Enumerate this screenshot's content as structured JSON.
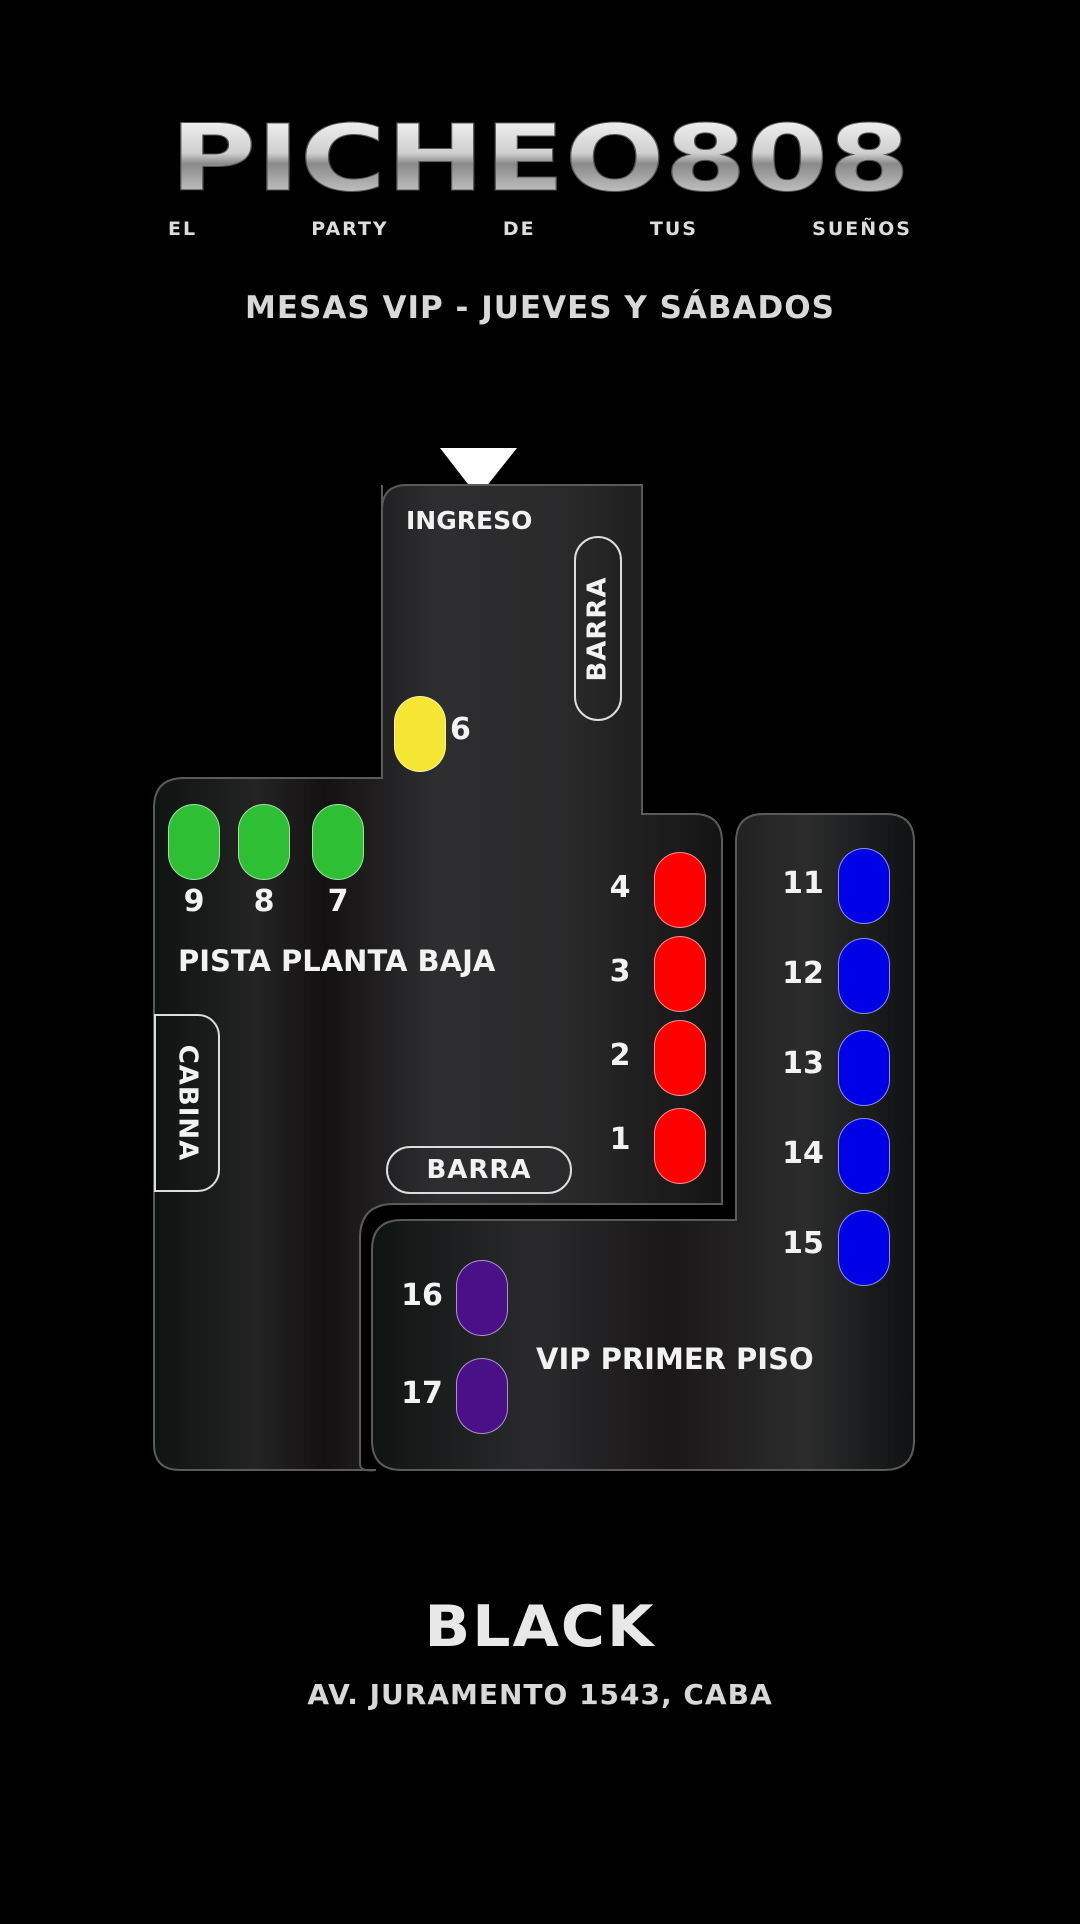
{
  "header": {
    "logo_text": "PICHEO808",
    "tagline": [
      "EL",
      "PARTY",
      "DE",
      "TUS",
      "SUEÑOS"
    ],
    "subtitle": "MESAS VIP -  JUEVES  Y  SÁBADOS"
  },
  "plan": {
    "entrance_label": "INGRESO",
    "bar_top_label": "BARRA",
    "bar_bottom_label": "BARRA",
    "booth_label": "CABINA",
    "main_floor_label": "PISTA PLANTA BAJA",
    "vip_floor_label": "VIP PRIMER PISO",
    "tables": [
      {
        "number": "6",
        "color": "#f5e634"
      },
      {
        "number": "9",
        "color": "#2fbf35"
      },
      {
        "number": "8",
        "color": "#2fbf35"
      },
      {
        "number": "7",
        "color": "#2fbf35"
      },
      {
        "number": "4",
        "color": "#ff0000"
      },
      {
        "number": "3",
        "color": "#ff0000"
      },
      {
        "number": "2",
        "color": "#ff0000"
      },
      {
        "number": "1",
        "color": "#ff0000"
      },
      {
        "number": "11",
        "color": "#0000e6"
      },
      {
        "number": "12",
        "color": "#0000e6"
      },
      {
        "number": "13",
        "color": "#0000e6"
      },
      {
        "number": "14",
        "color": "#0000e6"
      },
      {
        "number": "15",
        "color": "#0000e6"
      },
      {
        "number": "16",
        "color": "#4a1088"
      },
      {
        "number": "17",
        "color": "#4a1088"
      }
    ]
  },
  "footer": {
    "venue": "BLACK",
    "address": "AV. JURAMENTO 1543, CABA"
  }
}
